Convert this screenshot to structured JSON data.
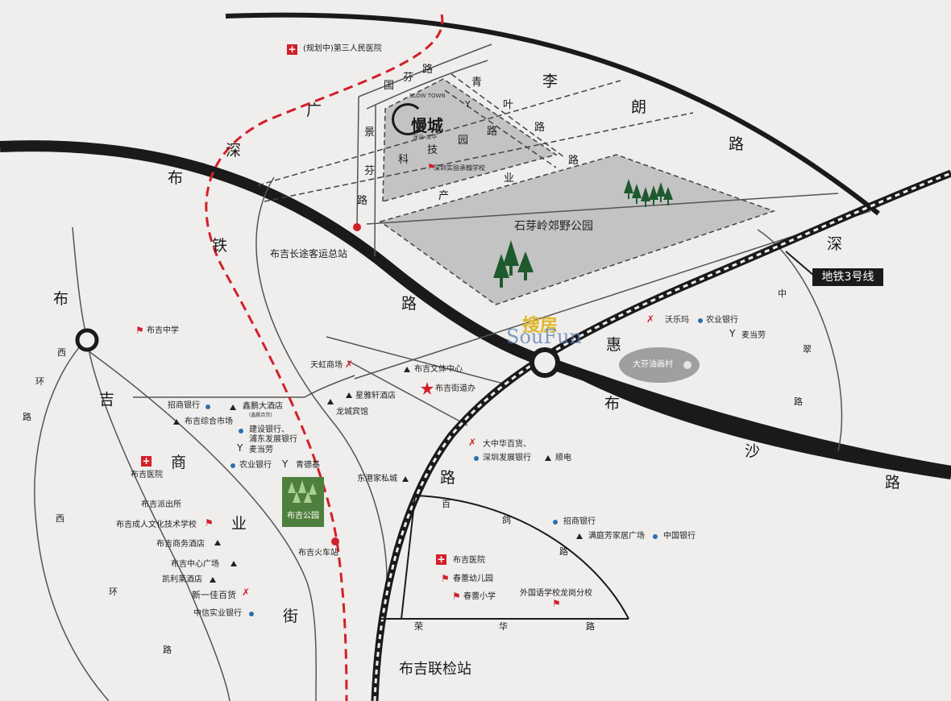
{
  "roads": {
    "guangshen_1": "广",
    "guangshen_2": "深",
    "butie_1": "布",
    "butie_2": "铁",
    "butie_3": "路",
    "guofen_1": "国",
    "guofen_2": "芬",
    "guofen_3": "路",
    "jingfen_1": "景",
    "jingfen_2": "芬",
    "jingfen_3": "路",
    "qingye_1": "青",
    "qingye_2": "叶",
    "qingye_3": "路",
    "kejiyuan_1": "科",
    "kejiyuan_2": "技",
    "kejiyuan_3": "园",
    "kejiyuan_4": "路",
    "chanye_1": "产",
    "chanye_2": "业",
    "chanye_3": "路",
    "lilang_1": "李",
    "lilang_2": "朗",
    "lilang_3": "路",
    "shenhui_1": "深",
    "shenhui_2": "惠",
    "bushalu_1": "布",
    "bushalu_2": "沙",
    "bushalu_3": "路",
    "zhongcui_1": "中",
    "zhongcui_2": "翠",
    "zhongcui_3": "路",
    "bujiroad_1": "布",
    "bujiroad_2": "吉",
    "shangye_1": "商",
    "shangye_2": "业",
    "shangye_3": "街",
    "xihuan_l_1": "西",
    "xihuan_l_2": "环",
    "xihuan_l_3": "路",
    "xihuan_b_1": "西",
    "xihuan_b_2": "环",
    "xihuan_b_3": "路",
    "buroad_1": "布",
    "baige_1": "百",
    "baige_2": "鸽",
    "baige_3": "路",
    "ronghua_1": "荣",
    "ronghua_2": "华",
    "ronghua_3": "路",
    "lu_mid": "路"
  },
  "pois": {
    "third_hospital": "(规划中)第三人民医院",
    "slowtown_en": "SLOW TOWN",
    "slowtown_cn": "慢城",
    "slowtown_sub": "深业·龙华",
    "school_experiment": "深圳实验承翰学校",
    "park_name": "石芽岭郊野公园",
    "bus_station": "布吉长途客运总站",
    "metro_line": "地铁3号线",
    "buji_middle": "布吉中学",
    "tianhong": "天虹商场",
    "sports_center": "布吉文体中心",
    "street_office": "布吉街道办",
    "xingya_hotel": "星雅轩酒店",
    "longcheng_hotel": "龙城宾馆",
    "walmart": "沃乐玛",
    "abc_bank_r": "农业银行",
    "mcd_r": "麦当劳",
    "dafen_village": "大芬油画村",
    "cmb_l": "招商银行",
    "xinpeng_hotel": "鑫鹏大酒店",
    "xinpeng_sub": "(鑫鹏百货)",
    "buji_market": "布吉综合市场",
    "ccb_1": "建设银行、",
    "ccb_2": "浦东发展银行",
    "mcd_l": "麦当劳",
    "abc_bank_l": "农业银行",
    "qingdeji": "青德基",
    "buji_hospital_l": "布吉医院",
    "police": "布吉派出所",
    "adult_school": "布吉成人文化技术学校",
    "business_hotel": "布吉商务酒店",
    "center_plaza": "布吉中心广场",
    "kaili_hotel": "凯利莱酒店",
    "xinyijia": "新一佳百货",
    "citic_bank": "中信实业银行",
    "buji_park": "布吉公园",
    "train_station": "布吉火车站",
    "donggang_city": "东港家私城",
    "dazhonghua": "大中华百货、",
    "spd_bank": "深圳发展银行",
    "shundian": "顺电",
    "cmb_r": "招商银行",
    "mantingfang": "满庭芳家居广场",
    "boc": "中国银行",
    "buji_hospital_r": "布吉医院",
    "chunlei_kinder": "春蕾幼儿园",
    "chunlei_primary": "春蕾小学",
    "foreign_school": "外国语学校龙岗分校",
    "border_station": "布吉联检站",
    "watermark_cn": "搜房",
    "watermark_en": "SouFun"
  },
  "icons": {
    "hospital": "hospital-cross-icon",
    "school": "school-flag-icon",
    "bank": "bank-dot-icon",
    "hotel": "hotel-triangle-icon",
    "shopping": "shopping-cross-icon",
    "restaurant": "cocktail-icon",
    "rail_stop": "rail-station-dot-icon",
    "tree": "tree-icon",
    "gov": "star-icon"
  },
  "colors": {
    "background": "#efeeec",
    "park_fill": "#c3c3c3",
    "railway_red": "#d2202a",
    "road_dark": "#1a1a1a",
    "park_green": "#4f7f3d",
    "tree_green": "#1e5a2e"
  }
}
